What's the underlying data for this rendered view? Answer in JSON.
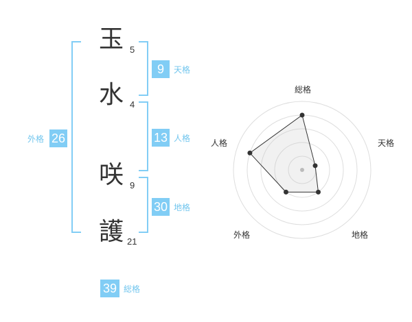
{
  "name": {
    "chars": [
      {
        "char": "玉",
        "strokes": "5"
      },
      {
        "char": "水",
        "strokes": "4"
      },
      {
        "char": "咲",
        "strokes": "9"
      },
      {
        "char": "護",
        "strokes": "21"
      }
    ]
  },
  "fortune": {
    "tenkaku": {
      "label": "天格",
      "value": "9"
    },
    "jinkaku": {
      "label": "人格",
      "value": "13"
    },
    "chikaku": {
      "label": "地格",
      "value": "30"
    },
    "gaikaku": {
      "label": "外格",
      "value": "26"
    },
    "soukaku": {
      "label": "総格",
      "value": "39"
    }
  },
  "colors": {
    "accent": "#81cdf5",
    "label": "#72c6ee",
    "text": "#333333"
  },
  "radar": {
    "axes": [
      "総格",
      "天格",
      "地格",
      "外格",
      "人格"
    ],
    "levels": [
      4,
      1,
      2,
      2,
      4
    ],
    "max_level": 5
  }
}
